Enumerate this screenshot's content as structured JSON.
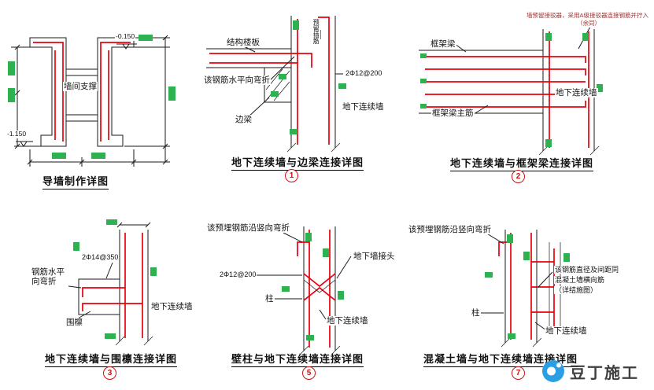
{
  "colors": {
    "line": "#1a1a1a",
    "rebar": "#e8000d",
    "highlight": "#2eb151",
    "circle": "#cc1111",
    "note": "#993333",
    "logo_blue": "#2b9fe3",
    "logo_text": "#3f3f3f"
  },
  "panels": {
    "guide_wall": {
      "title": "导墙制作详图",
      "labels": {
        "strut": "墙间支撑",
        "elev_top": "-0.150",
        "elev_bottom": "-1.150"
      }
    },
    "edge_beam": {
      "title": "地下连续墙与边梁连接详图",
      "number": "1",
      "labels": {
        "slab": "结构楼板",
        "bend": "该钢筋水平向弯折",
        "beam": "边梁",
        "wall": "地下连续墙",
        "spec": "2Φ12@200",
        "side_note": "预留插筋"
      }
    },
    "frame_beam": {
      "title": "地下连续墙与框架梁连接详图",
      "number": "2",
      "labels": {
        "note_line1": "墙预留接驳器，采用A级接驳器连接钢筋并拧入",
        "note_line2": "（余同）",
        "beam": "框架梁",
        "main_bars": "框架梁主筋",
        "wall": "地下连续墙"
      }
    },
    "waler": {
      "title": "地下连续墙与围檩连接详图",
      "number": "3",
      "labels": {
        "bend": "钢筋水平向弯折",
        "spec": "2Φ14@350",
        "waler": "围檩",
        "wall": "地下连续墙"
      }
    },
    "pilaster": {
      "title": "壁柱与地下连续墙连接详图",
      "number": "5",
      "labels": {
        "bend": "该预埋钢筋沿竖向弯折",
        "joint": "地下墙接头",
        "column": "柱",
        "spec": "2Φ12@200",
        "wall": "地下连续墙"
      }
    },
    "concrete_wall": {
      "title": "混凝土墙与地下连续墙连接详图",
      "number": "7",
      "labels": {
        "bend": "该预埋钢筋沿竖向弯折",
        "note_line1": "该钢筋直径及间距同",
        "note_line2": "混凝土墙横向筋",
        "note_line3": "（详结施图）",
        "column": "柱",
        "wall": "地下连续墙"
      }
    }
  },
  "watermark": {
    "text": "豆丁施工"
  }
}
